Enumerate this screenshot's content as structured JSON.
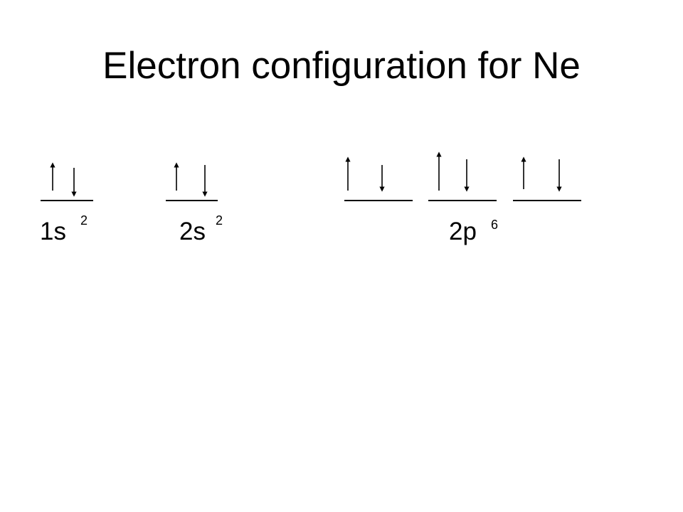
{
  "title": "Electron configuration for Ne",
  "orbitals": [
    {
      "name": "1s",
      "superscript": "2",
      "boxes": [
        [
          "up",
          "down"
        ]
      ]
    },
    {
      "name": "2s",
      "superscript": "2",
      "boxes": [
        [
          "up",
          "down"
        ]
      ]
    },
    {
      "name": "2p",
      "superscript": "6",
      "boxes": [
        [
          "up",
          "down"
        ],
        [
          "up",
          "down"
        ],
        [
          "up",
          "down"
        ]
      ]
    }
  ]
}
